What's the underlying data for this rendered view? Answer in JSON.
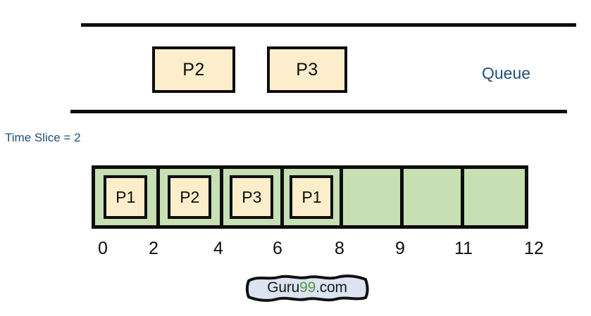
{
  "diagram": {
    "title_labels": {
      "queue_label": "Queue",
      "time_slice_label": "Time Slice = 2"
    },
    "queue": {
      "items": [
        {
          "label": "P2"
        },
        {
          "label": "P3"
        }
      ]
    },
    "gantt": {
      "cells": [
        {
          "label": "P1",
          "start": 0,
          "end": 2,
          "filled": true
        },
        {
          "label": "P2",
          "start": 2,
          "end": 4,
          "filled": true
        },
        {
          "label": "P3",
          "start": 4,
          "end": 6,
          "filled": true
        },
        {
          "label": "P1",
          "start": 6,
          "end": 8,
          "filled": true
        },
        {
          "label": "",
          "start": 8,
          "end": 9,
          "filled": false
        },
        {
          "label": "",
          "start": 9,
          "end": 11,
          "filled": false
        },
        {
          "label": "",
          "start": 11,
          "end": 12,
          "filled": false
        }
      ],
      "ticks": [
        "0",
        "2",
        "4",
        "6",
        "8",
        "9",
        "11",
        "12"
      ]
    },
    "watermark": {
      "part1": "Guru",
      "part2": "99",
      "part3": ".com"
    },
    "colors": {
      "process_fill": "#FCEECA",
      "slot_fill": "#C6E0B4",
      "outline": "#0d0d0d",
      "accent_blue": "#1F4E79",
      "watermark_green": "#4E9A3E",
      "watermark_bg": "#DCE3F1"
    }
  }
}
